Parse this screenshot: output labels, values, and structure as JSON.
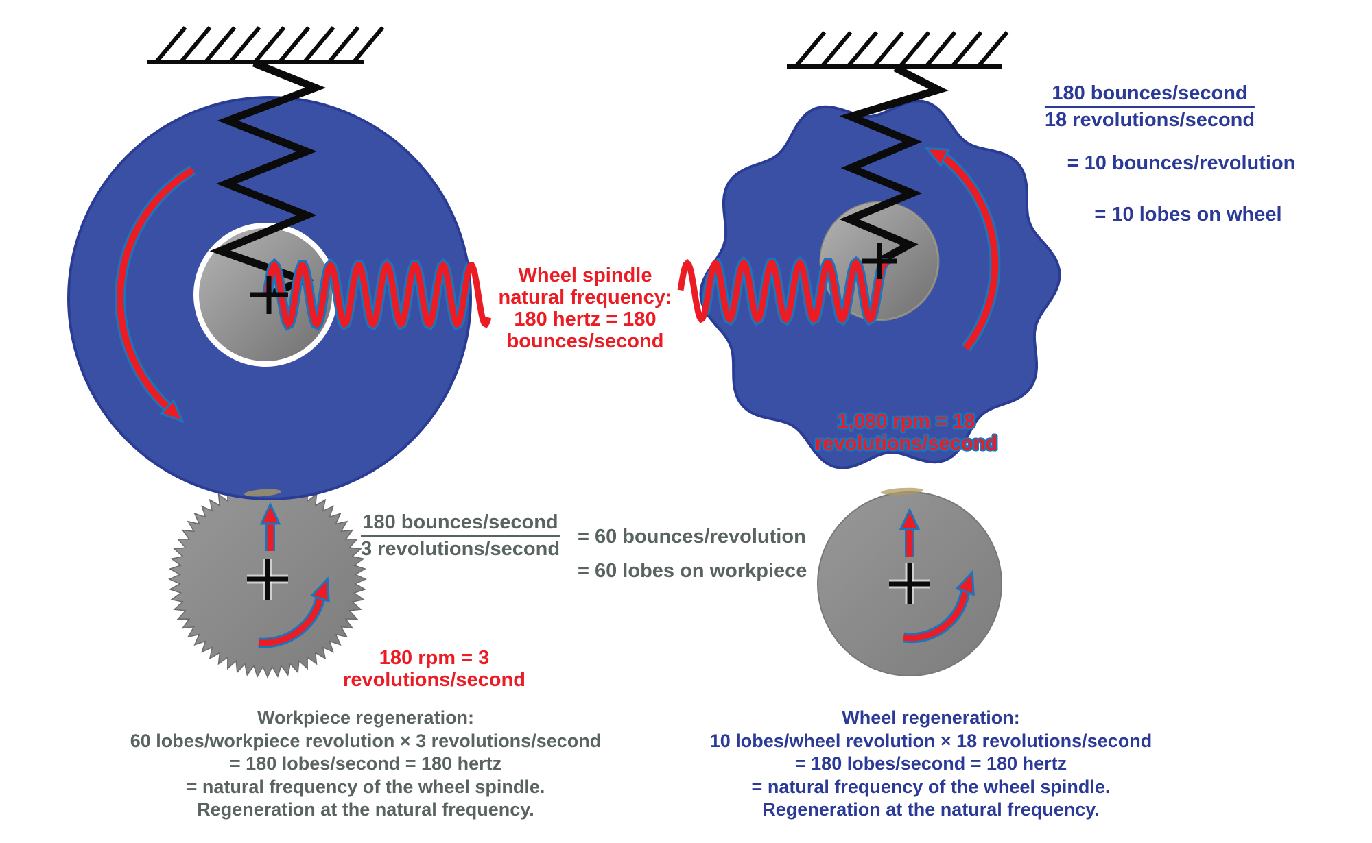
{
  "colors": {
    "wheel_blue": "#3A50A4",
    "wheel_edge_blue": "#2A3C94",
    "wave_outline_blue": "#1B75BC",
    "red": "#EB1C24",
    "navy_text": "#2B3A96",
    "gray_text": "#596360",
    "hub_gray_light": "#B4B4B4",
    "hub_gray_dark": "#6F6F6F",
    "workpiece_gray_light": "#989898",
    "workpiece_gray_dark": "#7C7C7C",
    "black": "#0B0B0B",
    "contact_tan": "#AD9B5F",
    "white": "#FFFFFF"
  },
  "center_label": {
    "lines": [
      "Wheel spindle",
      "natural frequency:",
      "180 hertz = 180",
      "bounces/second"
    ]
  },
  "right_top_equation": {
    "fraction_numerator": "180 bounces/second",
    "fraction_denominator": "18 revolutions/second",
    "result_line1": "= 10 bounces/revolution",
    "result_line2": "= 10 lobes on wheel"
  },
  "left_middle_equation": {
    "fraction_numerator": "180 bounces/second",
    "fraction_denominator": "3 revolutions/second",
    "result_line1": "= 60 bounces/revolution",
    "result_line2": "= 60 lobes on workpiece"
  },
  "left_speed_label": {
    "lines": [
      "180 rpm = 3",
      "revolutions/second"
    ]
  },
  "right_speed_label": {
    "lines": [
      "1,080 rpm = 18",
      "revolutions/second"
    ]
  },
  "left_caption": {
    "lines": [
      "Workpiece regeneration:",
      "60 lobes/workpiece revolution × 3 revolutions/second",
      "= 180 lobes/second = 180 hertz",
      "= natural frequency of the wheel spindle.",
      "Regeneration at the natural frequency."
    ]
  },
  "right_caption": {
    "lines": [
      "Wheel regeneration:",
      "10 lobes/wheel revolution × 18 revolutions/second",
      "= 180 lobes/second = 180 hertz",
      "= natural frequency of the wheel spindle.",
      "Regeneration at the natural frequency."
    ]
  }
}
